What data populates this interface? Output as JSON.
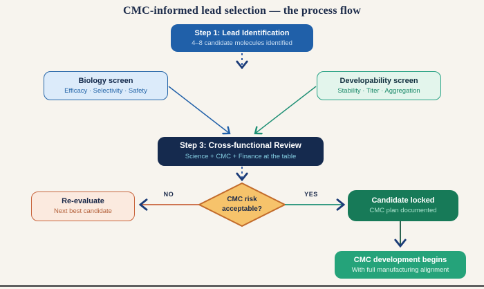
{
  "title": "CMC-informed lead selection — the process flow",
  "nodes": {
    "step1": {
      "title": "Step 1: Lead Identification",
      "subtitle": "4–8 candidate molecules identified"
    },
    "biology": {
      "title": "Biology screen",
      "subtitle": "Efficacy · Selectivity · Safety"
    },
    "developability": {
      "title": "Developability screen",
      "subtitle": "Stability · Titer · Aggregation"
    },
    "step3": {
      "title": "Step 3: Cross-functional Review",
      "subtitle": "Science + CMC + Finance at the table"
    },
    "decision": {
      "line1": "CMC risk",
      "line2": "acceptable?"
    },
    "reevaluate": {
      "title": "Re-evaluate",
      "subtitle": "Next best candidate"
    },
    "locked": {
      "title": "Candidate locked",
      "subtitle": "CMC plan documented"
    },
    "development": {
      "title": "CMC development begins",
      "subtitle": "With full manufacturing alignment"
    }
  },
  "edges": {
    "no_label": "NO",
    "yes_label": "YES"
  },
  "colors": {
    "background": "#f7f4ee",
    "navy_dark": "#152a4e",
    "blue_primary": "#2060a9",
    "blue_light_fill": "#dcebfa",
    "green_primary": "#1d8f74",
    "green_dark_fill": "#177a58",
    "green_medium_fill": "#25a37a",
    "mint_fill": "#e3f5ec",
    "amber_fill": "#f6c36b",
    "amber_border": "#c26b2b",
    "orange_line": "#c8633b",
    "peach_fill": "#fbeadf",
    "arrowhead_navy": "#1c3c78"
  }
}
